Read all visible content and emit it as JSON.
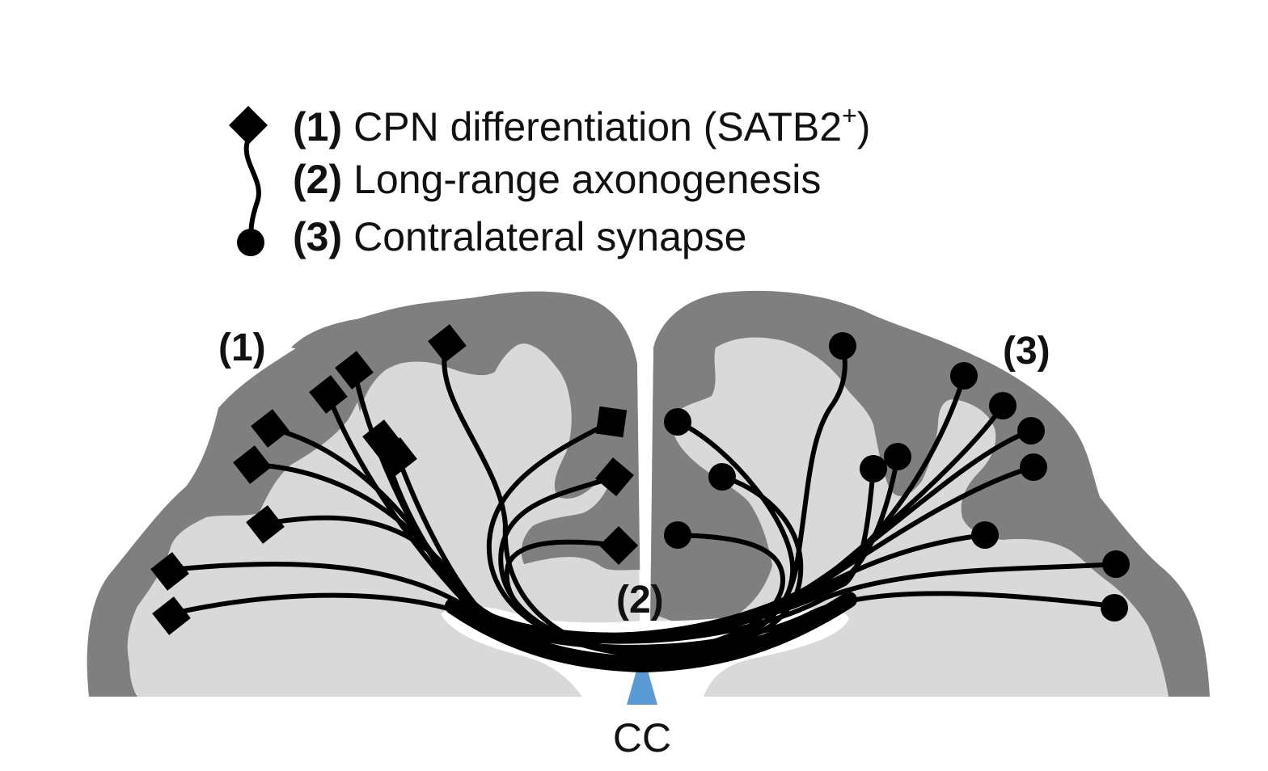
{
  "legend": {
    "items": [
      {
        "number": "(1)",
        "text": "CPN differentiation (SATB2",
        "superscript": "+",
        "closing": ")"
      },
      {
        "number": "(2)",
        "text": "Long-range axonogenesis"
      },
      {
        "number": "(3)",
        "text": "Contralateral synapse"
      }
    ]
  },
  "labels": {
    "region_left": "(1)",
    "region_center": "(2)",
    "region_right": "(3)",
    "cc": "CC"
  },
  "colors": {
    "white_matter": "#d9d9d9",
    "grey_matter": "#7f7f7f",
    "axon": "#000000",
    "cc_marker": "#5b9bd5"
  },
  "icons": {
    "soma": "diamond-soma-icon",
    "terminal": "circle-terminal-icon",
    "cc_marker": "triangle-marker-icon"
  }
}
